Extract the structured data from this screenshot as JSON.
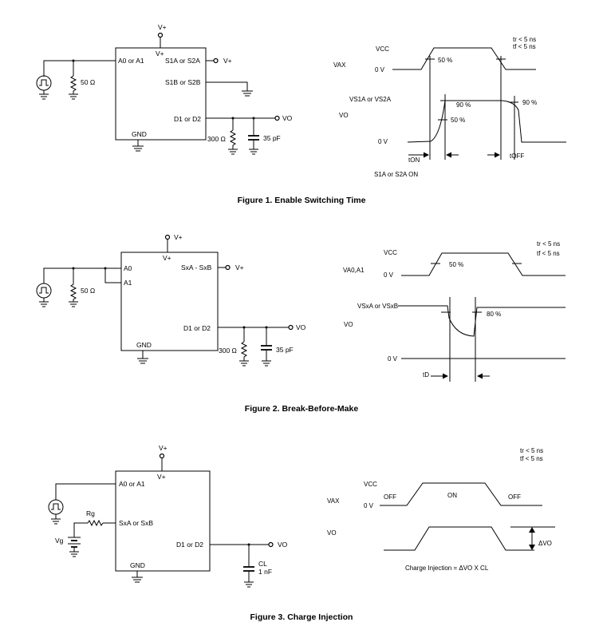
{
  "fig1": {
    "caption": "Figure 1. Enable Switching Time",
    "vplus_top": "V+",
    "vplus_in": "V+",
    "pin_a": "A0 or A1",
    "pin_s1": "S1A or S2A",
    "vplus_s1": "V+",
    "pin_s2": "S1B or S2B",
    "pin_d": "D1 or D2",
    "vo": "VO",
    "gnd": "GND",
    "r_src": "50 Ω",
    "r_load": "300 Ω",
    "c_load": "35 pF",
    "tr": "tr < 5 ns",
    "tf": "tf < 5 ns",
    "vcc": "VCC",
    "vax": "VAX",
    "zero_v_top": "0 V",
    "pct50_top": "50 %",
    "vsel": "VS1A or VS2A",
    "vo_wave": "VO",
    "pct90_a": "90 %",
    "pct90_b": "90 %",
    "pct50_bot": "50 %",
    "zero_v_bot": "0 V",
    "ton": "tON",
    "toff": "tOFF",
    "on_state": "S1A or S2A ON"
  },
  "fig2": {
    "caption": "Figure 2. Break-Before-Make",
    "vplus_top": "V+",
    "vplus_in": "V+",
    "pin_a0": "A0",
    "pin_a1": "A1",
    "pin_s": "SxA - SxB",
    "vplus_s": "V+",
    "pin_d": "D1 or D2",
    "vo": "VO",
    "gnd": "GND",
    "r_src": "50 Ω",
    "r_load": "300 Ω",
    "c_load": "35 pF",
    "tr": "tr < 5 ns",
    "tf": "tf < 5 ns",
    "vcc": "VCC",
    "va": "VA0,A1",
    "zero_v_top": "0 V",
    "pct50": "50 %",
    "vsx": "VSxA or VSxB",
    "vo_wave": "VO",
    "pct80": "80 %",
    "zero_v_bot": "0 V",
    "td": "tD"
  },
  "fig3": {
    "caption": "Figure 3. Charge Injection",
    "vplus_top": "V+",
    "vplus_in": "V+",
    "pin_a": "A0 or A1",
    "pin_s": "SxA or SxB",
    "pin_d": "D1 or D2",
    "vo": "VO",
    "gnd": "GND",
    "rg": "Rg",
    "vg": "Vg",
    "cl_name": "CL",
    "cl_val": "1 nF",
    "tr": "tr < 5 ns",
    "tf": "tf < 5 ns",
    "vcc": "VCC",
    "vax": "VAX",
    "zero_v": "0 V",
    "off_l": "OFF",
    "on": "ON",
    "off_r": "OFF",
    "vo_wave": "VO",
    "dvo": "ΔVO",
    "formula": "Charge Injection = ΔVO X CL"
  }
}
